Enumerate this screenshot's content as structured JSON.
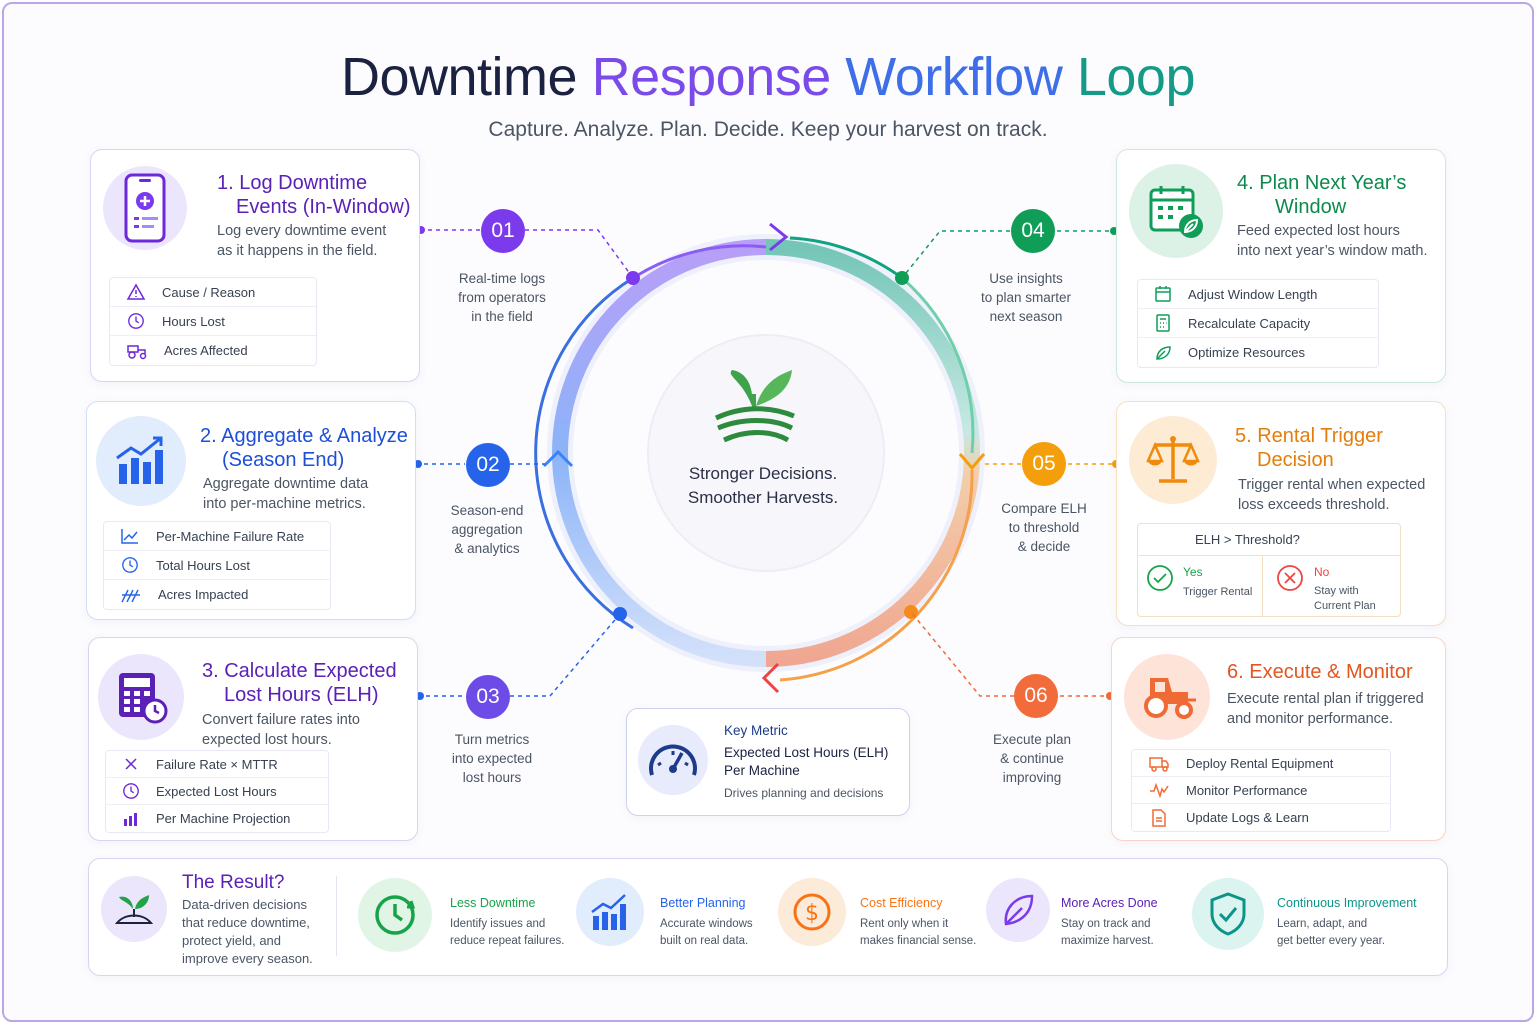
{
  "title": {
    "part1": "Downtime",
    "part2": "Response",
    "part3": "Workflow",
    "part4": "Loop"
  },
  "subtitle": "Capture. Analyze. Plan. Decide. Keep your harvest on track.",
  "colors": {
    "purple": "#7c3aed",
    "blue": "#2563eb",
    "green": "#0f9d58",
    "orange": "#f59e0b",
    "coral": "#f06a35",
    "navy": "#1b2140"
  },
  "cards": [
    {
      "title_line1": "1. Log Downtime",
      "title_line2": "Events (In-Window)",
      "desc_line1": "Log every downtime event",
      "desc_line2": "as it happens in the field.",
      "icon": "smartphone-add-icon",
      "items": [
        {
          "label": "Cause / Reason",
          "icon": "warning-icon"
        },
        {
          "label": "Hours Lost",
          "icon": "clock-icon"
        },
        {
          "label": "Acres Affected",
          "icon": "tractor-icon"
        }
      ]
    },
    {
      "title_line1": "2. Aggregate & Analyze",
      "title_line2": "(Season End)",
      "desc_line1": "Aggregate downtime data",
      "desc_line2": "into per-machine metrics.",
      "icon": "bar-chart-trend-icon",
      "items": [
        {
          "label": "Per-Machine Failure Rate",
          "icon": "line-chart-icon"
        },
        {
          "label": "Total Hours Lost",
          "icon": "clock-icon"
        },
        {
          "label": "Acres Impacted",
          "icon": "field-rows-icon"
        }
      ]
    },
    {
      "title_line1": "3. Calculate Expected",
      "title_line2": "Lost Hours (ELH)",
      "desc_line1": "Convert failure rates into",
      "desc_line2": "expected lost hours.",
      "icon": "calculator-clock-icon",
      "items": [
        {
          "label": "Failure Rate × MTTR",
          "icon": "multiply-icon"
        },
        {
          "label": "Expected Lost Hours",
          "icon": "clock-icon"
        },
        {
          "label": "Per Machine Projection",
          "icon": "bar-chart-icon"
        }
      ]
    },
    {
      "title_line1": "4. Plan Next Year’s",
      "title_line2": "Window",
      "desc_line1": "Feed expected lost hours",
      "desc_line2": "into next year’s window math.",
      "icon": "calendar-leaf-icon",
      "items": [
        {
          "label": "Adjust Window Length",
          "icon": "calendar-icon"
        },
        {
          "label": "Recalculate Capacity",
          "icon": "calculator-icon"
        },
        {
          "label": "Optimize Resources",
          "icon": "leaf-icon"
        }
      ]
    },
    {
      "title_line1": "5. Rental Trigger",
      "title_line2": "Decision",
      "desc_line1": "Trigger rental when expected",
      "desc_line2": "loss exceeds threshold.",
      "icon": "scales-icon",
      "decision": {
        "question": "ELH > Threshold?",
        "yes_label": "Yes",
        "yes_desc": "Trigger Rental",
        "no_label": "No",
        "no_desc_line1": "Stay with",
        "no_desc_line2": "Current Plan"
      }
    },
    {
      "title_line1": "6. Execute & Monitor",
      "desc_line1": "Execute rental plan if triggered",
      "desc_line2": "and monitor performance.",
      "icon": "tractor-icon",
      "items": [
        {
          "label": "Deploy Rental Equipment",
          "icon": "truck-icon"
        },
        {
          "label": "Monitor Performance",
          "icon": "activity-icon"
        },
        {
          "label": "Update Logs & Learn",
          "icon": "document-icon"
        }
      ]
    }
  ],
  "steps": [
    {
      "num": "01",
      "cap1": "Real-time logs",
      "cap2": "from operators",
      "cap3": "in the field"
    },
    {
      "num": "02",
      "cap1": "Season-end",
      "cap2": "aggregation",
      "cap3": "& analytics"
    },
    {
      "num": "03",
      "cap1": "Turn metrics",
      "cap2": "into expected",
      "cap3": "lost hours"
    },
    {
      "num": "04",
      "cap1": "Use insights",
      "cap2": "to plan smarter",
      "cap3": "next season"
    },
    {
      "num": "05",
      "cap1": "Compare ELH",
      "cap2": "to threshold",
      "cap3": "& decide"
    },
    {
      "num": "06",
      "cap1": "Execute plan",
      "cap2": "& continue",
      "cap3": "improving"
    }
  ],
  "center": {
    "line1": "Stronger Decisions.",
    "line2": "Smoother Harvests.",
    "icon": "sprout-field-icon"
  },
  "key_metric": {
    "label": "Key Metric",
    "title_line1": "Expected Lost Hours (ELH)",
    "title_line2": "Per Machine",
    "desc": "Drives planning and decisions",
    "icon": "gauge-icon"
  },
  "result": {
    "title": "The Result?",
    "desc_line1": "Data-driven decisions",
    "desc_line2": "that reduce downtime,",
    "desc_line3": "protect yield, and",
    "desc_line4": "improve every season.",
    "icon": "sprout-icon",
    "benefits": [
      {
        "title": "Less Downtime",
        "desc_line1": "Identify issues and",
        "desc_line2": "reduce repeat failures.",
        "icon": "clock-icon",
        "color": "#16a34a"
      },
      {
        "title": "Better Planning",
        "desc_line1": "Accurate windows",
        "desc_line2": "built on real data.",
        "icon": "bar-chart-icon",
        "color": "#2563eb"
      },
      {
        "title": "Cost Efficiency",
        "desc_line1": "Rent only when it",
        "desc_line2": "makes financial sense.",
        "icon": "dollar-icon",
        "color": "#f97316"
      },
      {
        "title": "More Acres Done",
        "desc_line1": "Stay on track and",
        "desc_line2": "maximize harvest.",
        "icon": "leaf-icon",
        "color": "#7c3aed"
      },
      {
        "title": "Continuous Improvement",
        "desc_line1": "Learn, adapt, and",
        "desc_line2": "get better every year.",
        "icon": "shield-check-icon",
        "color": "#0d9488"
      }
    ]
  }
}
